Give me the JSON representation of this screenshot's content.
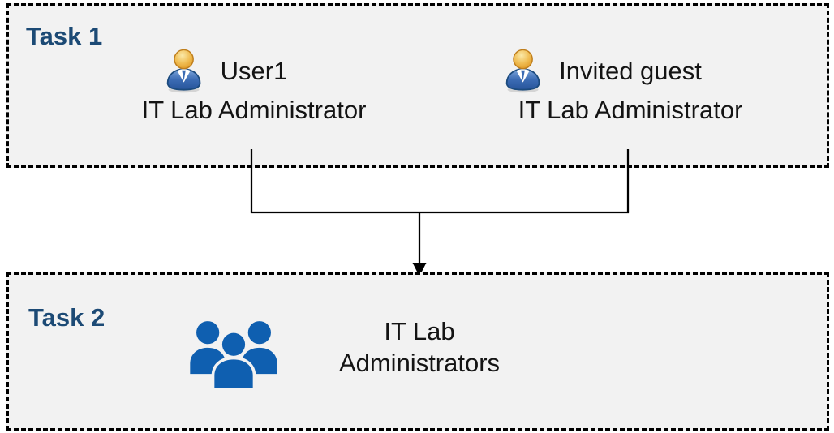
{
  "diagram": {
    "task1": {
      "label": "Task 1",
      "actors": [
        {
          "name": "User1",
          "role": "IT Lab Administrator",
          "icon": "single-user-icon"
        },
        {
          "name": "Invited guest",
          "role": "IT Lab Administrator",
          "icon": "single-user-icon"
        }
      ]
    },
    "task2": {
      "label": "Task 2",
      "group": {
        "name": "IT Lab Administrators",
        "icon": "user-group-icon"
      }
    },
    "connector": {
      "type": "merge-arrow"
    }
  },
  "colors": {
    "box_background": "#F2F2F2",
    "box_border": "#000000",
    "task_label": "#1C4A75",
    "body_text": "#141414",
    "connector_line": "#000000",
    "group_icon_blue": "#0F5FB0",
    "person_head_gold": "#E8A52F",
    "person_head_rim": "#BF7E1C",
    "person_body_blue": "#3C6CB4",
    "person_body_rim": "#1C4B7E"
  }
}
